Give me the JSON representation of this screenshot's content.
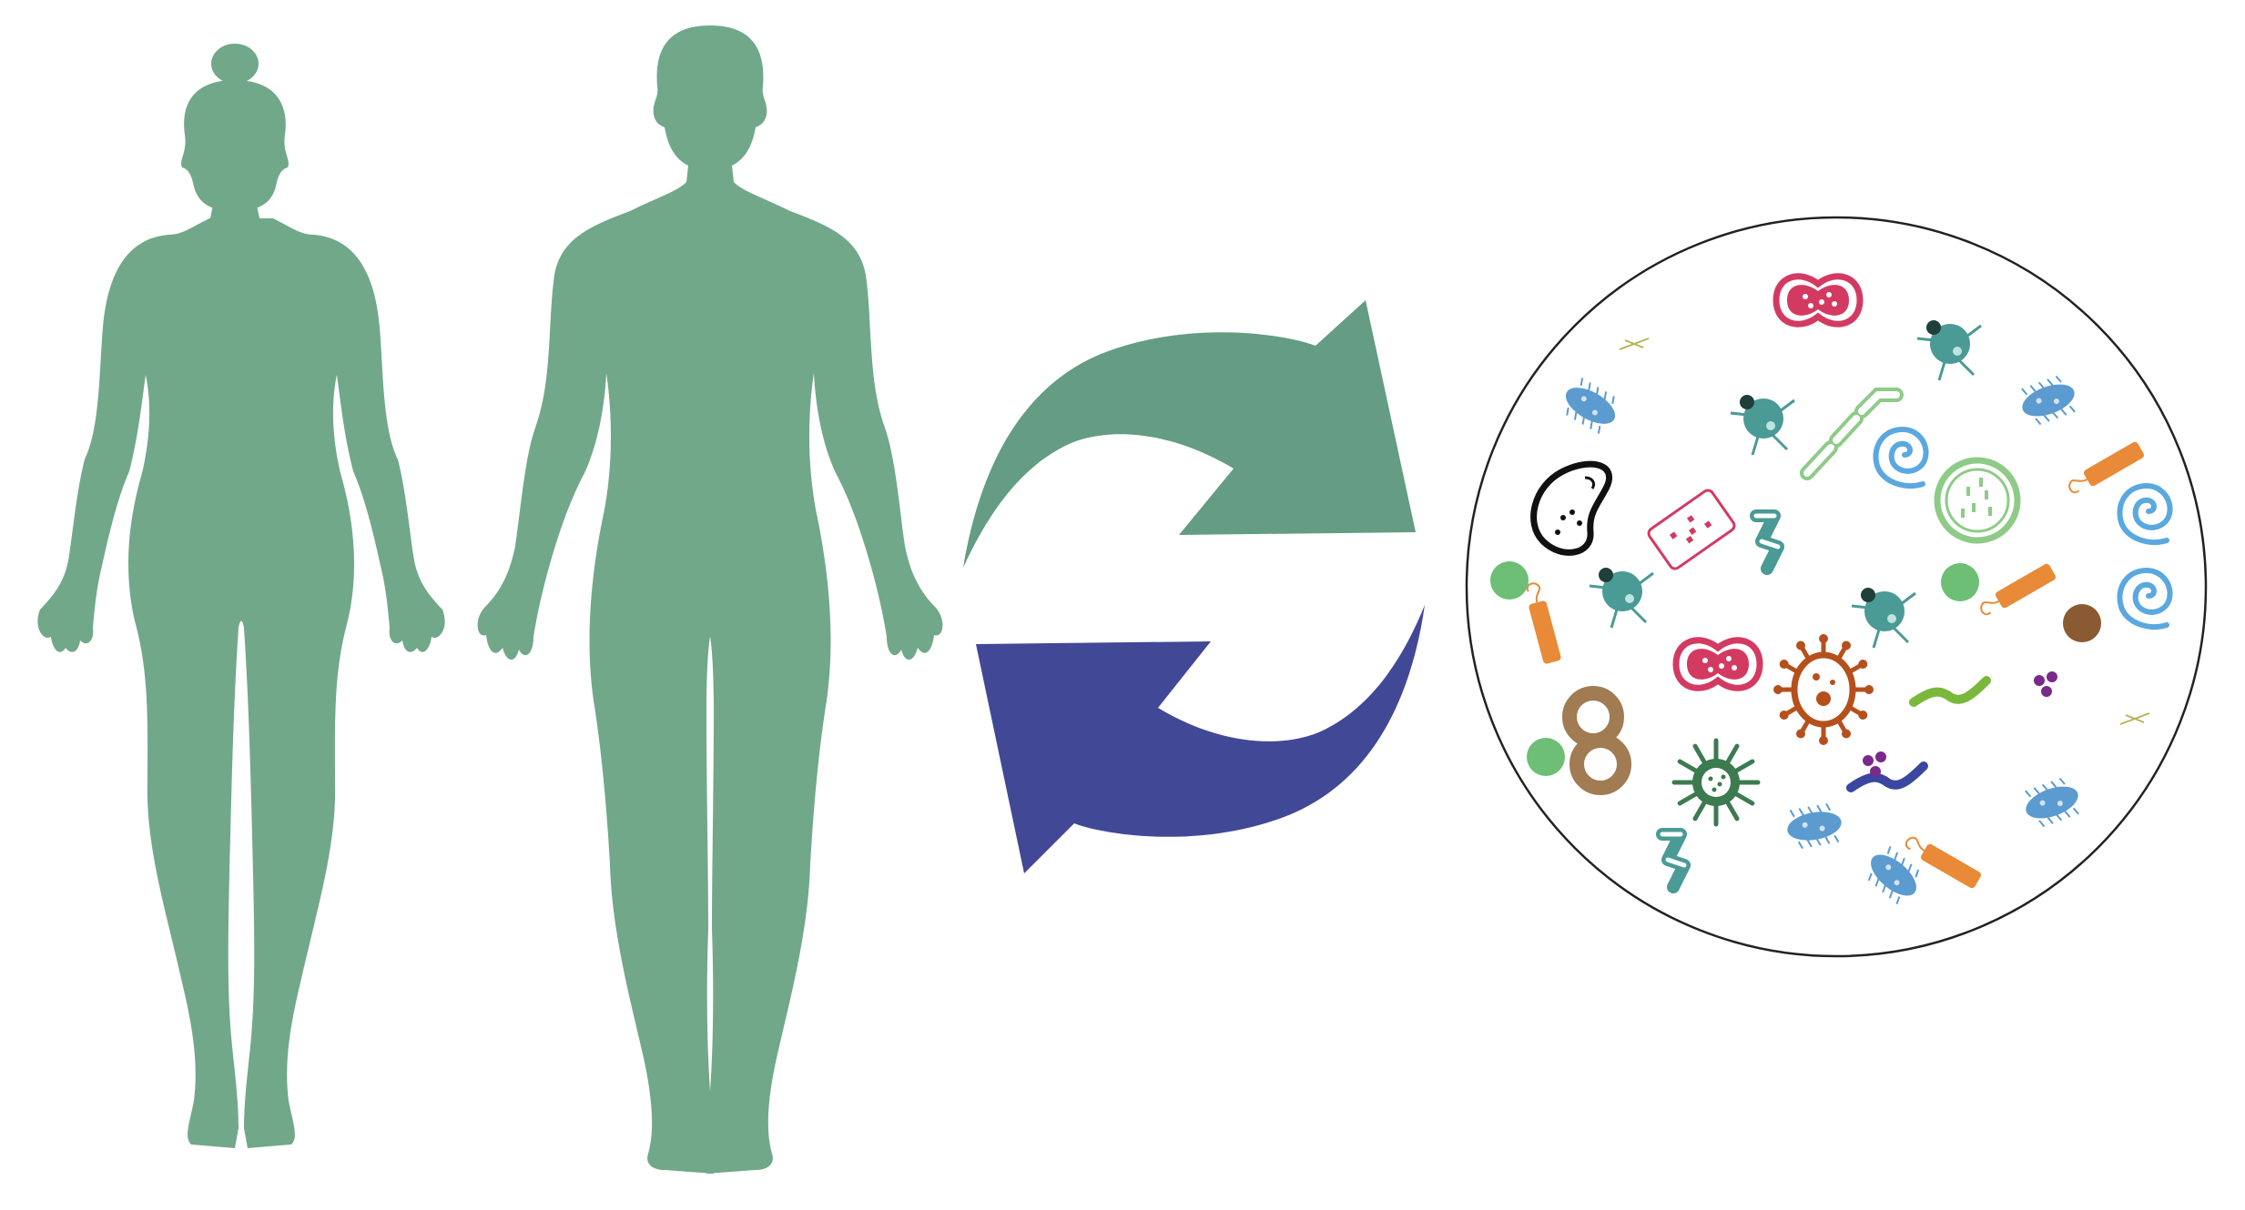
{
  "colors": {
    "background": "#ffffff",
    "human": "#71a889",
    "arrow_top": "#649c84",
    "arrow_bottom": "#414896",
    "circle_stroke": "#222222"
  },
  "figures": [
    {
      "name": "female-silhouette"
    },
    {
      "name": "male-silhouette"
    }
  ],
  "arrows": [
    {
      "name": "arrow-to-microbiome",
      "color": "#649c84"
    },
    {
      "name": "arrow-to-human",
      "color": "#414896"
    }
  ],
  "microbiome": {
    "microbes": [
      {
        "type": "peanut-cell",
        "color": "#d33a62"
      },
      {
        "type": "peanut-cell",
        "color": "#d33a62"
      },
      {
        "type": "tailed-cell",
        "color": "#4a9a96"
      },
      {
        "type": "tailed-cell",
        "color": "#4a9a96"
      },
      {
        "type": "tailed-cell",
        "color": "#4a9a96"
      },
      {
        "type": "tailed-cell",
        "color": "#4a9a96"
      },
      {
        "type": "chain-bacillus",
        "color": "#8ecb87"
      },
      {
        "type": "bent-chain",
        "color": "#4a9a96"
      },
      {
        "type": "bent-chain",
        "color": "#4a9a96"
      },
      {
        "type": "spiral",
        "color": "#5aa8e0"
      },
      {
        "type": "spiral",
        "color": "#5aa8e0"
      },
      {
        "type": "spiral",
        "color": "#5aa8e0"
      },
      {
        "type": "round-dotted-cell",
        "color": "#8ecb87"
      },
      {
        "type": "kidney-cell",
        "color": "#111111"
      },
      {
        "type": "rect-cell",
        "color": "#d33a62"
      },
      {
        "type": "flagellated-rod",
        "color": "#e88a37"
      },
      {
        "type": "flagellated-rod",
        "color": "#e88a37"
      },
      {
        "type": "flagellated-rod",
        "color": "#e88a37"
      },
      {
        "type": "flagellated-rod",
        "color": "#e88a37"
      },
      {
        "type": "coccus",
        "color": "#6cbf74"
      },
      {
        "type": "coccus",
        "color": "#6cbf74"
      },
      {
        "type": "coccus",
        "color": "#6cbf74"
      },
      {
        "type": "coccus",
        "color": "#8a5a32"
      },
      {
        "type": "figure-eight",
        "color": "#a17b52"
      },
      {
        "type": "spiky-amoeba",
        "color": "#b5501c"
      },
      {
        "type": "virus",
        "color": "#3c7a4f"
      },
      {
        "type": "worm",
        "color": "#7ab83c"
      },
      {
        "type": "worm",
        "color": "#3a46a0"
      },
      {
        "type": "diplococci",
        "color": "#7a2a8a"
      },
      {
        "type": "diplococci",
        "color": "#7a2a8a"
      },
      {
        "type": "ciliate",
        "color": "#5b9bd0"
      },
      {
        "type": "ciliate",
        "color": "#5b9bd0"
      },
      {
        "type": "ciliate",
        "color": "#5b9bd0"
      },
      {
        "type": "ciliate",
        "color": "#5b9bd0"
      },
      {
        "type": "ciliate",
        "color": "#5b9bd0"
      },
      {
        "type": "fiber",
        "color": "#b9b35a"
      },
      {
        "type": "fiber",
        "color": "#b9b35a"
      }
    ]
  }
}
